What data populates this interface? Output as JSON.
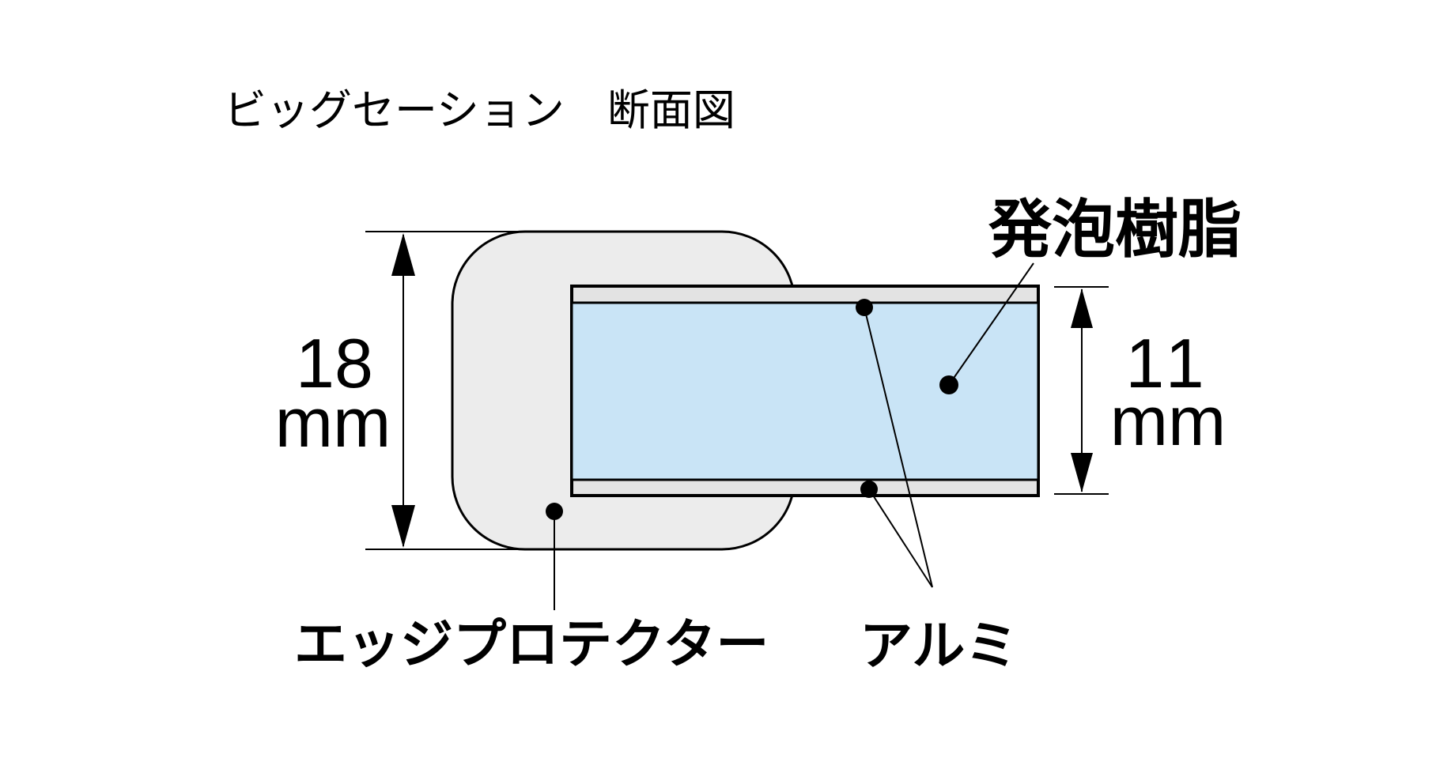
{
  "title": "ビッグセーション　断面図",
  "diagram": {
    "labels": {
      "foam": "発泡樹脂",
      "edge_protector": "エッジプロテクター",
      "aluminum": "アルミ"
    },
    "dimensions": {
      "overall": {
        "value": "18",
        "unit": "mm"
      },
      "panel": {
        "value": "11",
        "unit": "mm"
      }
    },
    "colors": {
      "foam_fill": "#c9e4f6",
      "aluminum_fill": "#e3e3e3",
      "protector_fill": "#ececec",
      "line": "#000000"
    }
  }
}
